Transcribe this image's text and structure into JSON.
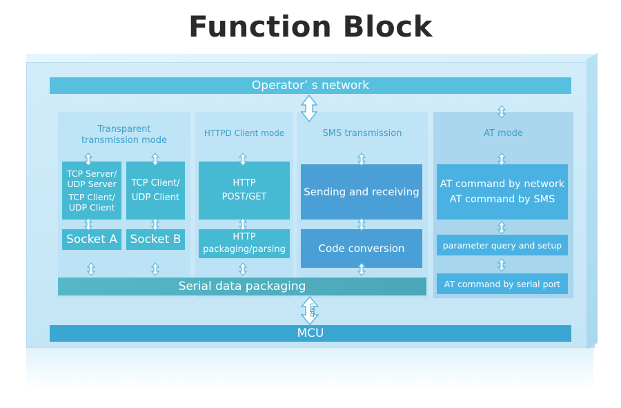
{
  "title": "Function Block",
  "operator_network": "Operator’ s network",
  "mcu": "MCU",
  "serial_packaging": "Serial data packaging",
  "uart_label": "UART",
  "transparent": {
    "title_line1": "Transparent",
    "title_line2": "transmission mode",
    "server_l1": "TCP Server/",
    "server_l2": "UDP Server",
    "server_l3": "TCP Client/",
    "server_l4": "UDP Client",
    "client_l1": "TCP Client/",
    "client_l2": "UDP Client",
    "socket_a": "Socket A",
    "socket_b": "Socket B"
  },
  "httpd": {
    "title": "HTTPD Client mode",
    "http_l1": "HTTP",
    "http_l2": "POST/GET",
    "pack_l1": "HTTP",
    "pack_l2": "packaging/parsing"
  },
  "sms": {
    "title": "SMS transmission",
    "send_receive": "Sending and receiving",
    "code_conversion": "Code conversion"
  },
  "at": {
    "title": "AT mode",
    "cmd_network": "AT command by network",
    "cmd_sms": "AT command by SMS",
    "param": "parameter query and setup",
    "serial_port": "AT command by serial port"
  },
  "colors": {
    "teal_block": "#46b9d3",
    "blue_block": "#4aa0d6",
    "light_blue_block": "#4ab2e3",
    "operator_bar": "#57c0de",
    "mcu_bar": "#3aa6d2",
    "section_title": "#3c9fcf"
  }
}
